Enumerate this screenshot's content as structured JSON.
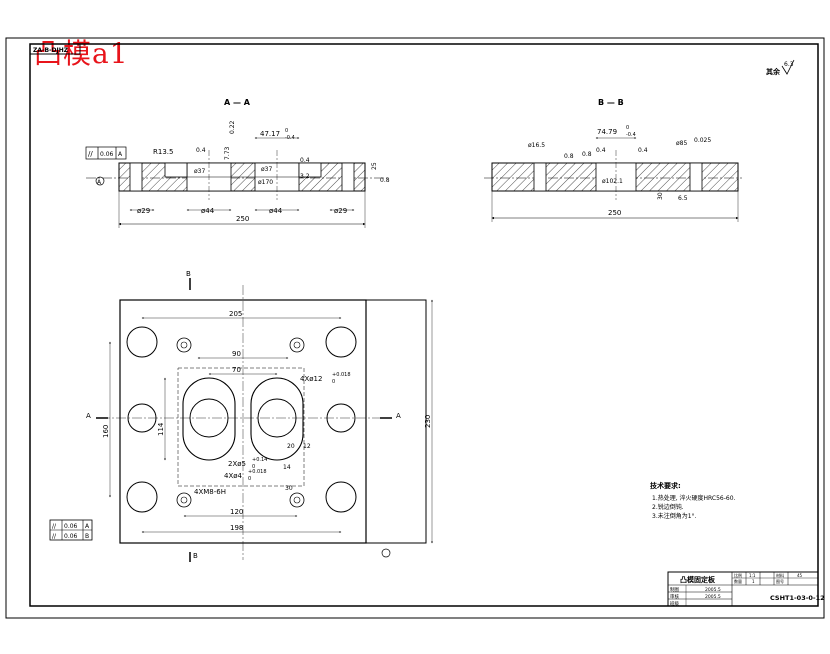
{
  "watermark": "凸模a1",
  "drawing_no_top": "ZA-B-DJHZ",
  "roughness_other": "其余",
  "roughness_other_value": "6.3",
  "section_aa": {
    "title": "A — A",
    "flatness_tol": "0.06",
    "flatness_datum": "A",
    "r_label": "R13.5",
    "dims": {
      "d1": "ø29",
      "d2": "ø44",
      "d3": "ø44",
      "d4": "ø29",
      "width": "250",
      "hole_top": "47.17",
      "tol_a": "0",
      "tol_b": "-0.4",
      "dia37a": "ø37",
      "dia37b": "ø37",
      "dia170": "ø170",
      "h25": "25",
      "ang": "0.8",
      "v122": "0.22",
      "v773": "7.73"
    },
    "datum_mark": "A",
    "roughness": [
      "0.4",
      "0.4",
      "3.2"
    ]
  },
  "section_bb": {
    "title": "B — B",
    "dims": {
      "d165": "ø16.5",
      "d74": "74.79",
      "tol_a": "0",
      "tol_b": "-0.4",
      "d85": "ø85",
      "tol_c": "0.025",
      "d102": "ø102.1",
      "width": "250",
      "v65": "6.5",
      "v30": "30"
    },
    "roughness": [
      "0.8",
      "0.8",
      "0.4",
      "0.4"
    ]
  },
  "plan_view": {
    "dims": {
      "w205": "205",
      "w90": "90",
      "w70": "70",
      "w120": "120",
      "w198": "198",
      "h160": "160",
      "h114": "114",
      "h230": "230",
      "holes12": "4Xø12",
      "tol12": "+0.018",
      "tol12b": "0",
      "x95": "2Xø5",
      "tol95": "+0.14",
      "tol95b": "0",
      "x64": "4Xø4",
      "tol64": "+0.018",
      "tol64b": "0",
      "m8": "4XM8-6H",
      "n14": "14",
      "n20": "20",
      "n12": "12",
      "n30": "30"
    },
    "section_marks": {
      "a_left": "A",
      "a_right": "A",
      "b_top": "B",
      "b_bottom": "B"
    }
  },
  "tolerance_box": {
    "rows": [
      {
        "symbol": "//",
        "value": "0.06",
        "datum": "A"
      },
      {
        "symbol": "//",
        "value": "0.06",
        "datum": "B"
      }
    ]
  },
  "tech_requirements": {
    "title": "技术要求:",
    "items": [
      "1.热处理, 淬火硬度HRC56-60.",
      "2.锐边倒钝.",
      "3.未注倒角为1°."
    ]
  },
  "title_block": {
    "part_name": "凸模固定板",
    "scale_label": "比例",
    "scale_value": "1:1",
    "count_label": "数量",
    "count_value": "1",
    "material_label": "材料",
    "material_value": "45",
    "sheet_label": "图号",
    "drawing_no": "CSHT1-03-0-12",
    "rows": [
      "制图",
      "审核",
      "班级"
    ],
    "dates": [
      "2005.5",
      "2005.5"
    ]
  }
}
